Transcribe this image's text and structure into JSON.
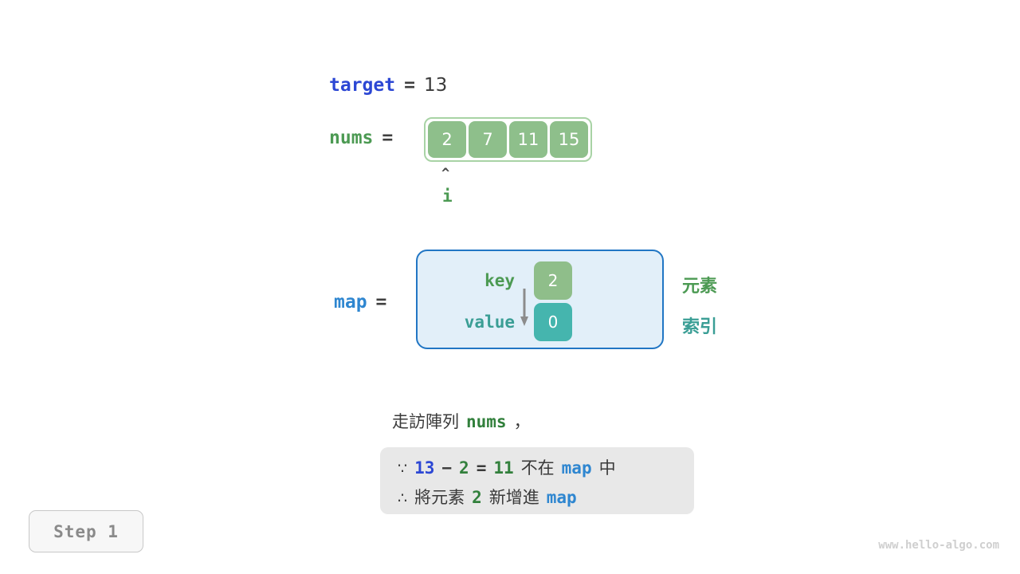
{
  "variables": {
    "target": {
      "name": "target",
      "equals": "=",
      "value": "13"
    },
    "nums": {
      "name": "nums",
      "equals": "=",
      "cells": [
        "2",
        "7",
        "11",
        "15"
      ]
    },
    "map": {
      "name": "map",
      "equals": "=",
      "key_label": "key",
      "value_label": "value",
      "key_cell": "2",
      "value_cell": "0"
    }
  },
  "pointer": {
    "caret": "^",
    "label": "i"
  },
  "legend": {
    "element": "元素",
    "index": "索引"
  },
  "caption": {
    "text_before": "走訪陣列",
    "code": "nums",
    "text_after": "，"
  },
  "explanation": {
    "line1": {
      "symbol": "∵",
      "a": "13",
      "minus": "−",
      "b": "2",
      "equals": "=",
      "result": "11",
      "text_mid": "不在",
      "code": "map",
      "text_end": "中"
    },
    "line2": {
      "symbol": "∴",
      "text_before": "將元素",
      "num": "2",
      "text_mid": "新增進",
      "code": "map"
    }
  },
  "step_badge": {
    "label": "Step 1"
  },
  "footer": {
    "url": "www.hello-algo.com"
  },
  "colors": {
    "blue_var": "#2C47D4",
    "green_var": "#4C9A53",
    "map_blue": "#2E86D0",
    "cell_green": "#8ebf8b",
    "cell_teal": "#45b5ae",
    "map_bg": "#e2eff9",
    "map_border": "#2176c4",
    "explain_bg": "#e8e8e8",
    "arrow_gray": "#8c8c8c"
  }
}
